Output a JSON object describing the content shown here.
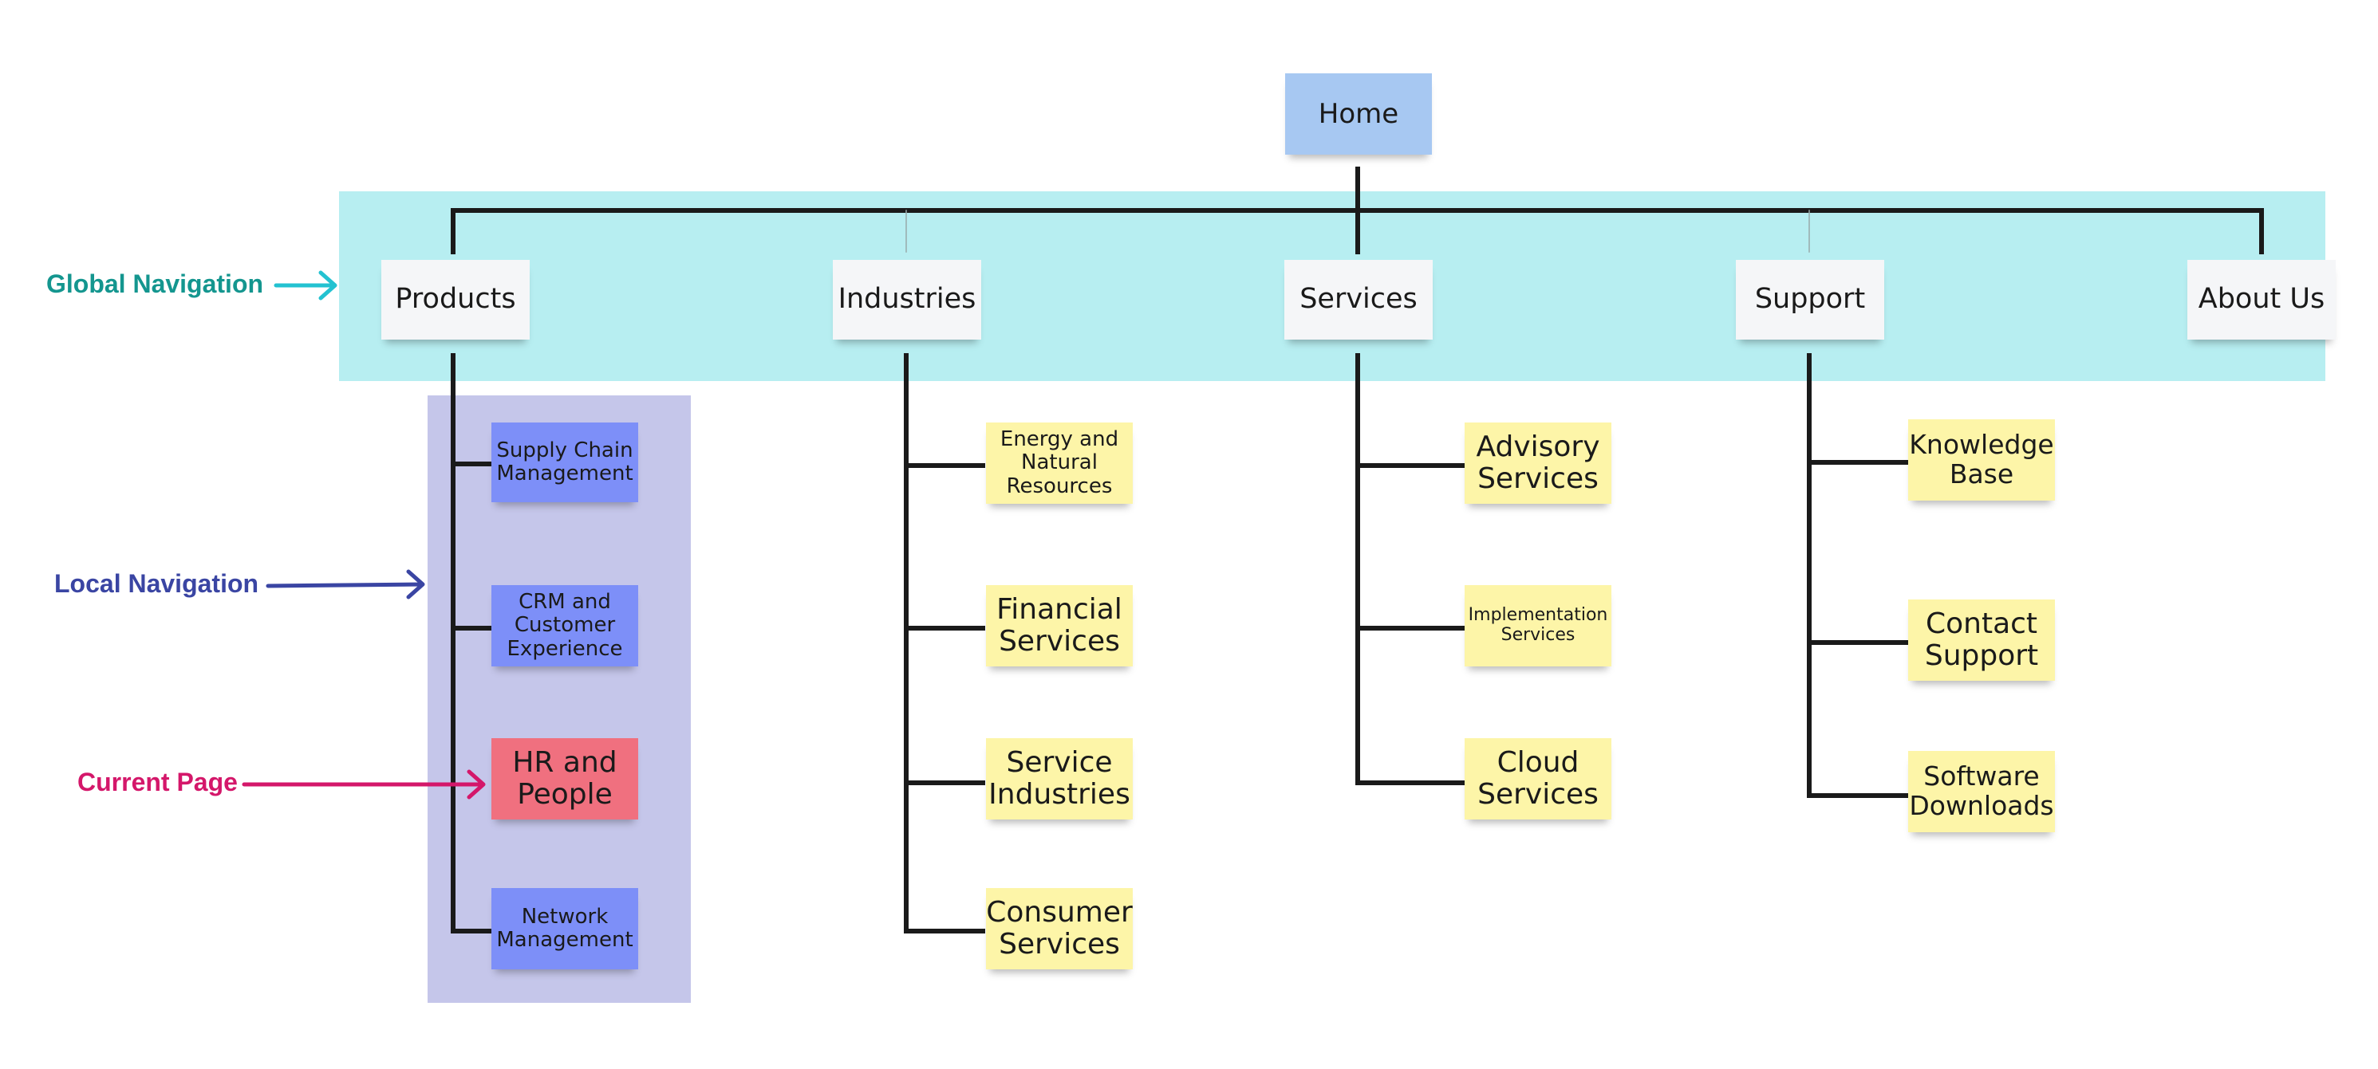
{
  "colors": {
    "global_band": "#b7eef1",
    "local_band": "#c5c6ea",
    "line": "#1a1a1a",
    "global_label": "#14968f",
    "global_arrow": "#23c2d1",
    "local_label": "#3a45a3",
    "current_label": "#d4176a"
  },
  "home": {
    "label": "Home"
  },
  "global_nav": [
    {
      "label": "Products"
    },
    {
      "label": "Industries"
    },
    {
      "label": "Services"
    },
    {
      "label": "Support"
    },
    {
      "label": "About Us"
    }
  ],
  "products": [
    {
      "label": "Supply Chain\nManagement"
    },
    {
      "label": "CRM and\nCustomer\nExperience"
    },
    {
      "label": "HR and\nPeople",
      "current": true
    },
    {
      "label": "Network\nManagement"
    }
  ],
  "industries": [
    {
      "label": "Energy and\nNatural\nResources"
    },
    {
      "label": "Financial\nServices"
    },
    {
      "label": "Service\nIndustries"
    },
    {
      "label": "Consumer\nServices"
    }
  ],
  "services": [
    {
      "label": "Advisory\nServices"
    },
    {
      "label": "Implementation\nServices"
    },
    {
      "label": "Cloud\nServices"
    }
  ],
  "support": [
    {
      "label": "Knowledge\nBase"
    },
    {
      "label": "Contact\nSupport"
    },
    {
      "label": "Software\nDownloads"
    }
  ],
  "annotations": {
    "global": "Global Navigation",
    "local": "Local Navigation",
    "current": "Current Page"
  }
}
